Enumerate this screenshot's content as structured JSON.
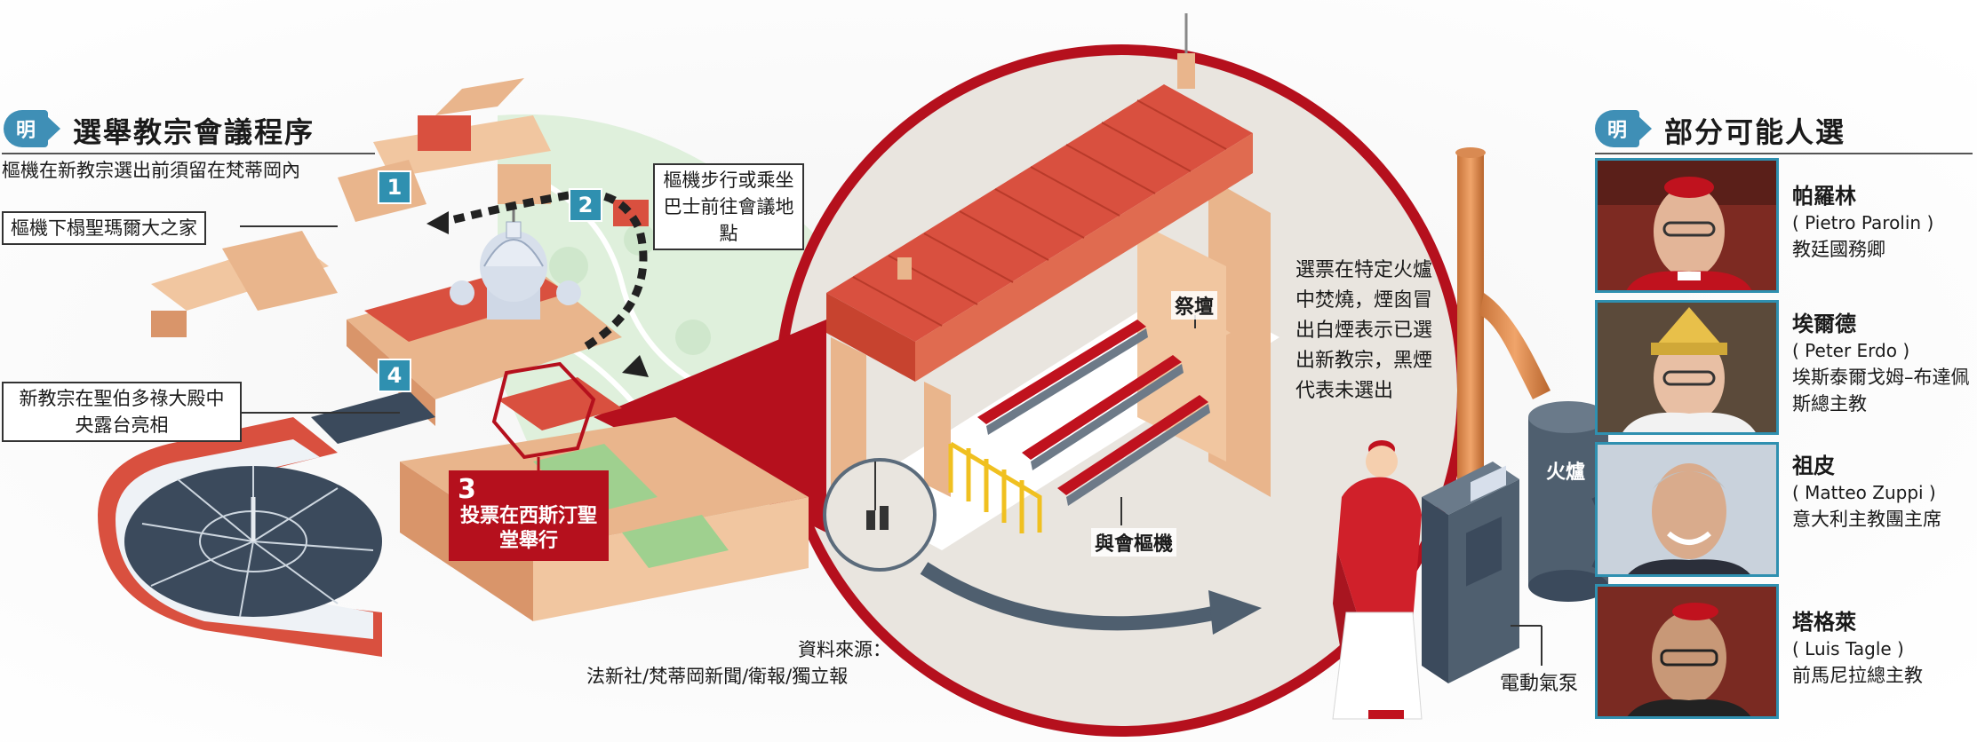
{
  "left_panel": {
    "brand_mark": "明",
    "title": "選舉教宗會議程序",
    "subtitle": "樞機在新教宗選出前須留在梵蒂岡內",
    "steps": [
      {
        "number": "1",
        "label": "樞機下榻聖瑪爾大之家"
      },
      {
        "number": "2",
        "label": "樞機步行或乘坐巴士前往會議地點"
      },
      {
        "number": "3",
        "label": "投票在西斯汀聖堂舉行"
      },
      {
        "number": "4",
        "label": "新教宗在聖伯多祿大殿中央露台亮相"
      }
    ],
    "source_label": "資料來源：",
    "source_text": "法新社/梵蒂岡新聞/衛報/獨立報"
  },
  "center_panel": {
    "altar_label": "祭壇",
    "cardinals_label": "與會樞機",
    "smoke_note": "選票在特定火爐中焚燒，煙囪冒出白煙表示已選出新教宗，黑煙代表未選出",
    "stove_label": "火爐",
    "pump_label": "電動氣泵"
  },
  "right_panel": {
    "brand_mark": "明",
    "title": "部分可能人選",
    "candidates": [
      {
        "name_zh": "帕羅林",
        "name_en": "( Pietro Parolin )",
        "role": "教廷國務卿",
        "zucchetto_color": "#c0121e"
      },
      {
        "name_zh": "埃爾德",
        "name_en": "( Peter Erdo )",
        "role": "埃斯泰爾戈姆–布達佩斯總主教",
        "zucchetto_color": "#c0121e"
      },
      {
        "name_zh": "祖皮",
        "name_en": "( Matteo Zuppi )",
        "role": "意大利主教團主席",
        "zucchetto_color": "#c0121e"
      },
      {
        "name_zh": "塔格萊",
        "name_en": "( Luis Tagle )",
        "role": "前馬尼拉總主教",
        "zucchetto_color": "#c0121e"
      }
    ]
  },
  "colors": {
    "accent_blue": "#2f90b0",
    "accent_red": "#b5101d",
    "building": "#e9b58c",
    "roof": "#d9503f"
  }
}
